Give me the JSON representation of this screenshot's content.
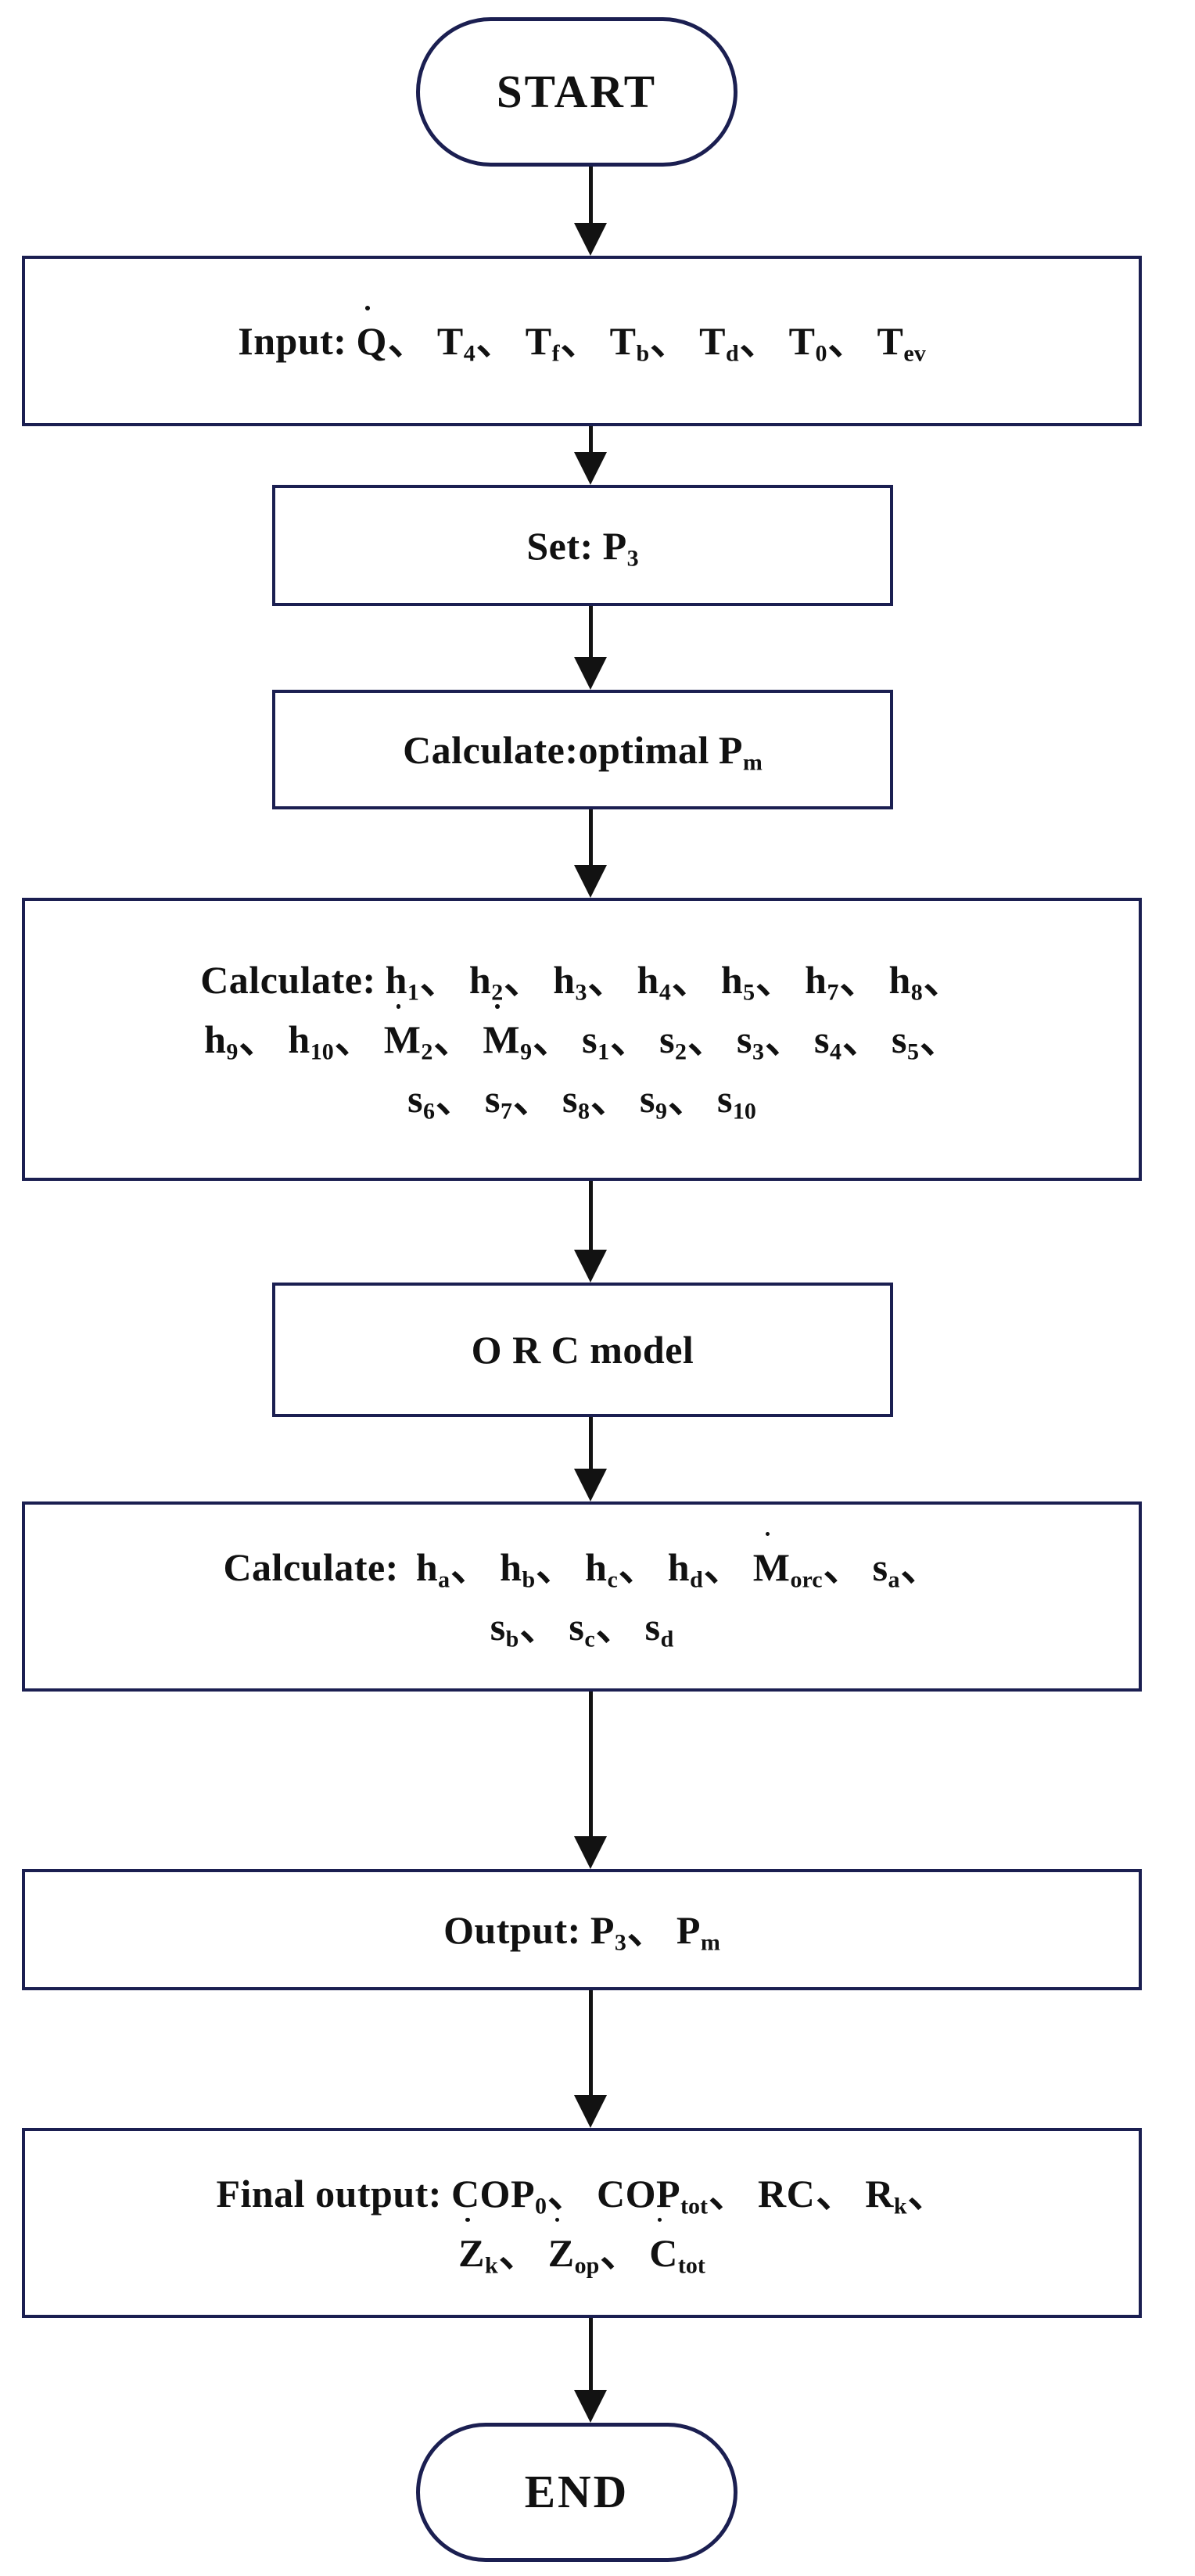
{
  "diagram": {
    "title": "ORC / heat-pump calculation flowchart",
    "accent_color": "#1b1f51",
    "text_color": "#111111",
    "arrow_color": "#121212",
    "background": "#ffffff"
  },
  "nodes": {
    "start": {
      "label": "START",
      "shape": "terminal"
    },
    "input": {
      "prefix": "Input:",
      "shape": "process",
      "items": [
        {
          "base": "Q",
          "dot": true,
          "sub": ""
        },
        {
          "base": "T",
          "dot": false,
          "sub": "4"
        },
        {
          "base": "T",
          "dot": false,
          "sub": "f"
        },
        {
          "base": "T",
          "dot": false,
          "sub": "b"
        },
        {
          "base": "T",
          "dot": false,
          "sub": "d"
        },
        {
          "base": "T",
          "dot": false,
          "sub": "0"
        },
        {
          "base": "T",
          "dot": false,
          "sub": "ev"
        }
      ]
    },
    "set_p3": {
      "prefix": "Set:",
      "shape": "process",
      "items": [
        {
          "base": "P",
          "dot": false,
          "sub": "3"
        }
      ]
    },
    "calc_pm": {
      "prefix": "Calculate:optimal",
      "shape": "process",
      "items": [
        {
          "base": "P",
          "dot": false,
          "sub": "m"
        }
      ]
    },
    "calc_states": {
      "prefix": "Calculate:",
      "shape": "process",
      "lines": [
        [
          {
            "base": "h",
            "dot": false,
            "sub": "1"
          },
          {
            "base": "h",
            "dot": false,
            "sub": "2"
          },
          {
            "base": "h",
            "dot": false,
            "sub": "3"
          },
          {
            "base": "h",
            "dot": false,
            "sub": "4"
          },
          {
            "base": "h",
            "dot": false,
            "sub": "5"
          },
          {
            "base": "h",
            "dot": false,
            "sub": "7"
          },
          {
            "base": "h",
            "dot": false,
            "sub": "8"
          }
        ],
        [
          {
            "base": "h",
            "dot": false,
            "sub": "9"
          },
          {
            "base": "h",
            "dot": false,
            "sub": "10"
          },
          {
            "base": "M",
            "dot": true,
            "sub": "2"
          },
          {
            "base": "M",
            "dot": true,
            "sub": "9"
          },
          {
            "base": "s",
            "dot": false,
            "sub": "1"
          },
          {
            "base": "s",
            "dot": false,
            "sub": "2"
          },
          {
            "base": "s",
            "dot": false,
            "sub": "3"
          },
          {
            "base": "s",
            "dot": false,
            "sub": "4"
          },
          {
            "base": "s",
            "dot": false,
            "sub": "5"
          }
        ],
        [
          {
            "base": "s",
            "dot": false,
            "sub": "6"
          },
          {
            "base": "s",
            "dot": false,
            "sub": "7"
          },
          {
            "base": "s",
            "dot": false,
            "sub": "8"
          },
          {
            "base": "s",
            "dot": false,
            "sub": "9"
          },
          {
            "base": "s",
            "dot": false,
            "sub": "10"
          }
        ]
      ]
    },
    "orc_model": {
      "label": "O R C  model",
      "shape": "process"
    },
    "calc_orc": {
      "prefix": "Calculate:",
      "shape": "process",
      "lines": [
        [
          {
            "base": "h",
            "dot": false,
            "sub": "a"
          },
          {
            "base": "h",
            "dot": false,
            "sub": "b"
          },
          {
            "base": "h",
            "dot": false,
            "sub": "c"
          },
          {
            "base": "h",
            "dot": false,
            "sub": "d"
          },
          {
            "base": "M",
            "dot": true,
            "sub": "orc"
          },
          {
            "base": "s",
            "dot": false,
            "sub": "a"
          }
        ],
        [
          {
            "base": "s",
            "dot": false,
            "sub": "b"
          },
          {
            "base": "s",
            "dot": false,
            "sub": "c"
          },
          {
            "base": "s",
            "dot": false,
            "sub": "d"
          }
        ]
      ]
    },
    "output": {
      "prefix": "Output:",
      "shape": "process",
      "items": [
        {
          "base": "P",
          "dot": false,
          "sub": "3"
        },
        {
          "base": "P",
          "dot": false,
          "sub": "m"
        }
      ]
    },
    "final_output": {
      "prefix": "Final output:",
      "shape": "process",
      "lines": [
        [
          {
            "base": "COP",
            "dot": false,
            "sub": "0"
          },
          {
            "base": "COP",
            "dot": false,
            "sub": "tot"
          },
          {
            "base": "RC",
            "dot": false,
            "sub": ""
          },
          {
            "base": "R",
            "dot": false,
            "sub": "k"
          }
        ],
        [
          {
            "base": "Z",
            "dot": true,
            "sub": "k"
          },
          {
            "base": "Z",
            "dot": true,
            "sub": "op"
          },
          {
            "base": "C",
            "dot": true,
            "sub": "tot"
          }
        ]
      ]
    },
    "end": {
      "label": "END",
      "shape": "terminal"
    }
  },
  "connectors": [
    {
      "from": "start",
      "to": "input"
    },
    {
      "from": "input",
      "to": "set_p3"
    },
    {
      "from": "set_p3",
      "to": "calc_pm"
    },
    {
      "from": "calc_pm",
      "to": "calc_states"
    },
    {
      "from": "calc_states",
      "to": "orc_model"
    },
    {
      "from": "orc_model",
      "to": "calc_orc"
    },
    {
      "from": "calc_orc",
      "to": "output"
    },
    {
      "from": "output",
      "to": "final_output"
    },
    {
      "from": "final_output",
      "to": "end"
    }
  ],
  "separator": "、"
}
